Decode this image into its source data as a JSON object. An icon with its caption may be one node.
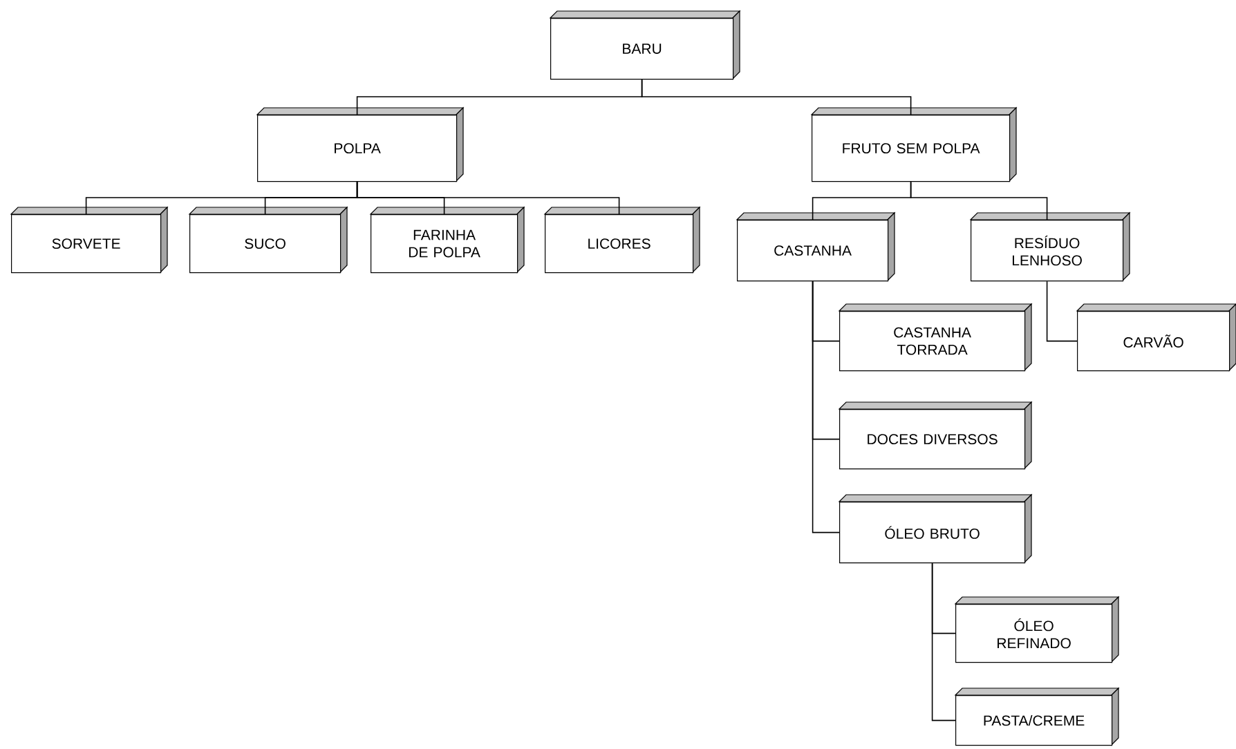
{
  "diagram": {
    "nodes": [
      {
        "text": [
          "BARU"
        ]
      },
      {
        "text": [
          "POLPA"
        ]
      },
      {
        "text": [
          "FRUTO SEM POLPA"
        ]
      },
      {
        "text": [
          "SORVETE"
        ]
      },
      {
        "text": [
          "SUCO"
        ]
      },
      {
        "text": [
          "FARINHA DE POLPA"
        ]
      },
      {
        "text": [
          "LICORES"
        ]
      },
      {
        "text": [
          "CASTANHA"
        ]
      },
      {
        "text": [
          "RESÍDUO LENHOSO"
        ]
      },
      {
        "text": [
          "CASTANHA TORRADA"
        ]
      },
      {
        "text": [
          "CARVÃO"
        ]
      },
      {
        "text": [
          "DOCES DIVERSOS"
        ]
      },
      {
        "text": [
          "ÓLEO BRUTO"
        ]
      },
      {
        "text": [
          "ÓLEO REFINADO"
        ]
      },
      {
        "text": [
          "PASTA/CREME"
        ]
      }
    ],
    "edges": [
      {
        "from": 0,
        "to": 1,
        "arrow": "none"
      },
      {
        "from": 0,
        "to": 2,
        "arrow": "none"
      },
      {
        "from": 1,
        "to": 3,
        "arrow": "none"
      },
      {
        "from": 1,
        "to": 4,
        "arrow": "none"
      },
      {
        "from": 1,
        "to": 5,
        "arrow": "none"
      },
      {
        "from": 1,
        "to": 6,
        "arrow": "none"
      },
      {
        "from": 2,
        "to": 7,
        "arrow": "none"
      },
      {
        "from": 2,
        "to": 8,
        "arrow": "none"
      },
      {
        "from": 7,
        "to": 9,
        "arrow": "none"
      },
      {
        "from": 7,
        "to": 11,
        "arrow": "none"
      },
      {
        "from": 7,
        "to": 12,
        "arrow": "none"
      },
      {
        "from": 8,
        "to": 10,
        "arrow": "none"
      },
      {
        "from": 12,
        "to": 13,
        "arrow": "none"
      },
      {
        "from": 12,
        "to": 14,
        "arrow": "none"
      }
    ]
  }
}
